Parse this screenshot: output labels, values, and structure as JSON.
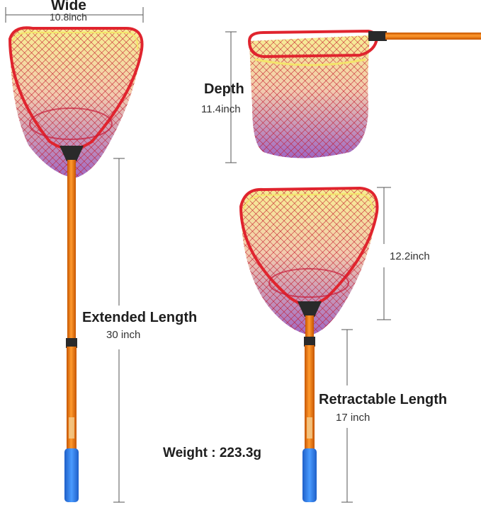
{
  "dimensions": {
    "wide_label": "Wide",
    "wide_value": "10.8inch",
    "depth_label": "Depth",
    "depth_value": "11.4inch",
    "hoop_height_value": "12.2inch",
    "extended_label": "Extended Length",
    "extended_value": "30 inch",
    "retractable_label": "Retractable Length",
    "retractable_value": "17 inch",
    "weight_text": "Weight : 223.3g"
  },
  "colors": {
    "net_red": "#e0242e",
    "net_yellow": "#f3e56a",
    "net_purple": "#7a3aa0",
    "handle_orange": "#f07a12",
    "grip_blue": "#2f7fe8",
    "connector": "#2a2a2a"
  }
}
